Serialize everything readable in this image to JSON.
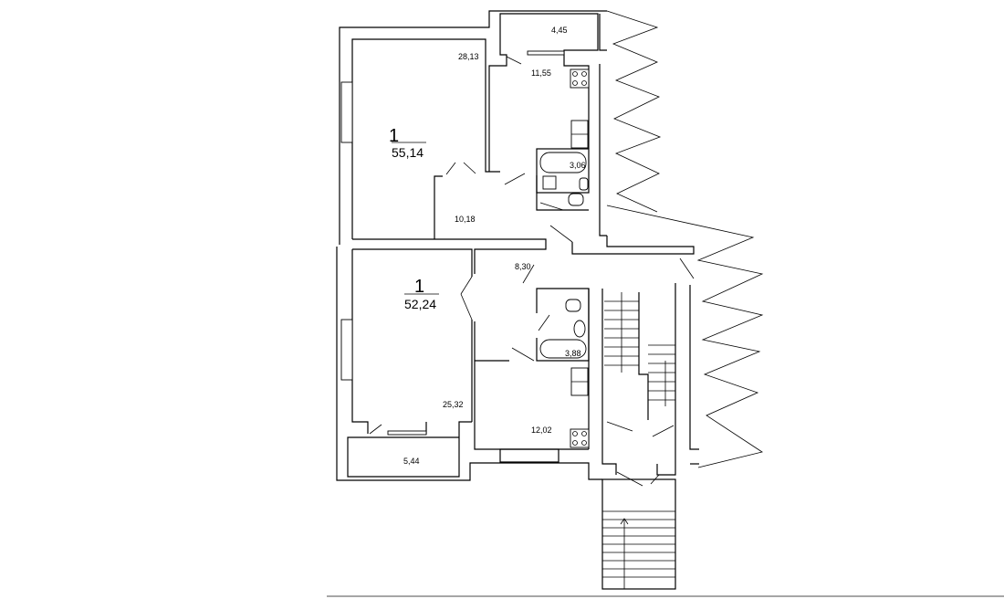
{
  "plan": {
    "apartment_top": {
      "rooms_count": "1",
      "total_area": "55,14",
      "rooms": [
        {
          "name": "balcony",
          "area": "4,45"
        },
        {
          "name": "living-room",
          "area": "28,13"
        },
        {
          "name": "kitchen",
          "area": "11,55"
        },
        {
          "name": "bathroom",
          "area": "3,06"
        },
        {
          "name": "hall",
          "area": "10,18"
        }
      ]
    },
    "apartment_bottom": {
      "rooms_count": "1",
      "total_area": "52,24",
      "rooms": [
        {
          "name": "hall",
          "area": "8,30"
        },
        {
          "name": "bathroom",
          "area": "3,88"
        },
        {
          "name": "living-room",
          "area": "25,32"
        },
        {
          "name": "kitchen",
          "area": "12,02"
        },
        {
          "name": "balcony",
          "area": "5,44"
        }
      ]
    }
  }
}
